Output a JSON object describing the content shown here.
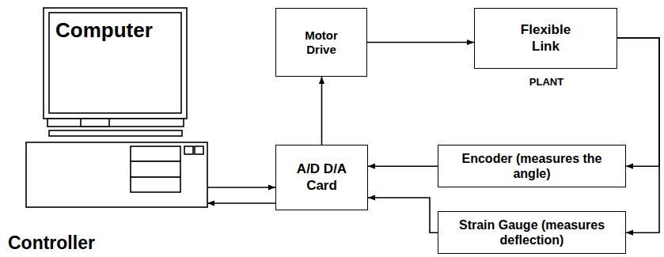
{
  "diagram": {
    "nodes": [
      {
        "text": [
          "Computer",
          "Controller"
        ]
      },
      {
        "text": [
          "Motor Drive"
        ]
      },
      {
        "text": [
          "Flexible Link",
          "PLANT"
        ]
      },
      {
        "text": [
          "A/D D/A Card"
        ]
      },
      {
        "text": [
          "Encoder (measures the angle)"
        ]
      },
      {
        "text": [
          "Strain Gauge (measures deflection)"
        ]
      }
    ],
    "edges": [
      {
        "from": 0,
        "to": 3,
        "arrow": "to"
      },
      {
        "from": 3,
        "to": 0,
        "arrow": "to"
      },
      {
        "from": 3,
        "to": 1,
        "arrow": "to"
      },
      {
        "from": 1,
        "to": 2,
        "arrow": "to"
      },
      {
        "from": 2,
        "to": 4,
        "arrow": "to"
      },
      {
        "from": 2,
        "to": 5,
        "arrow": "to"
      },
      {
        "from": 4,
        "to": 3,
        "arrow": "to"
      },
      {
        "from": 5,
        "to": 3,
        "arrow": "to"
      }
    ]
  }
}
